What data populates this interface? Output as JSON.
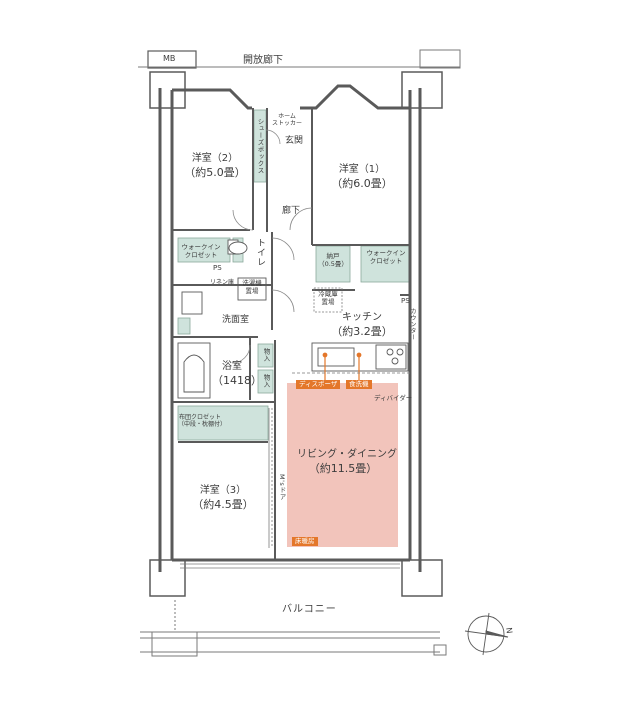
{
  "corridor_label": "開放廊下",
  "mb_label": "MB",
  "ps_label": "PS",
  "north_label": "N",
  "balcony_label": "バルコニー",
  "rooms": {
    "western2": {
      "name": "洋室（2）",
      "area": "（約5.0畳）"
    },
    "western1": {
      "name": "洋室（1）",
      "area": "（約6.0畳）"
    },
    "western3": {
      "name": "洋室（3）",
      "area": "（約4.5畳）"
    },
    "kitchen": {
      "name": "キッチン",
      "area": "（約3.2畳）"
    },
    "ld": {
      "name": "リビング・ダイニング",
      "area": "（約11.5畳）"
    },
    "bath": {
      "name": "浴室",
      "area": "（1418）"
    },
    "washroom": "洗面室",
    "toilet": "トイレ",
    "entrance": "玄関",
    "hallway": "廊下"
  },
  "labels": {
    "home_stocker": "ホーム\nストッカー",
    "shoes_box": "シューズボックス",
    "walkin_closet_left": "ウォークイン\nクロゼット",
    "walkin_closet_right": "ウォークイン\nクロゼット",
    "storage": "納戸\n（0.5畳）",
    "washer_place": "洗濯機\n置場",
    "fridge_place": "冷蔵庫\n置場",
    "linen": "リネン庫",
    "counter": "カウンター",
    "futon_closet": "布団クロゼット\n（中段・枕棚付）",
    "mono_ire_1": "物入",
    "mono_ire_2": "物入",
    "ms_door": "M'sドア",
    "divider": "ディバイダー"
  },
  "tags": {
    "disposer": "ディスポーザ",
    "dishwasher": "食洗機",
    "floor_heating": "床暖房"
  },
  "colors": {
    "wall": "#5a5a5a",
    "closet_fill": "#cfe3dc",
    "floor_heating_fill": "#f2c4bb",
    "accent": "#e4772a"
  }
}
